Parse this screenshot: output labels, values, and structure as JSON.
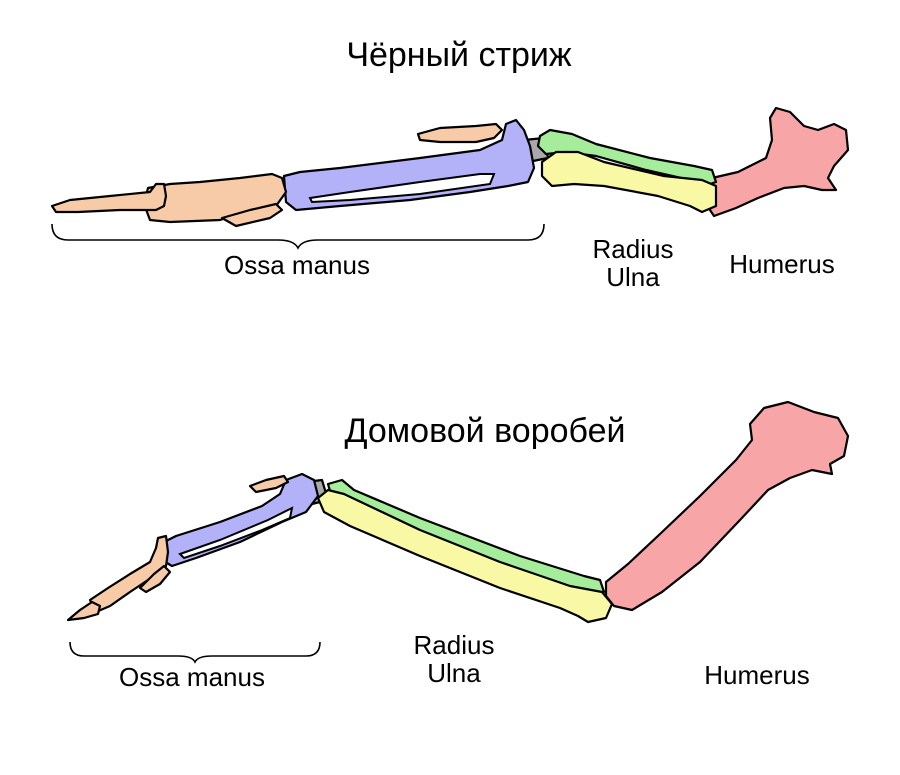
{
  "colors": {
    "humerus": "#f8a5a8",
    "radius": "#a5ec9b",
    "ulna": "#f8f8a5",
    "carpometacarpus": "#b3b2f9",
    "phalanges": "#f7cba7",
    "carpals": "#a9a9a9"
  },
  "swift": {
    "title": "Чёрный стриж",
    "label_manus": "Ossa manus",
    "label_radius": "Radius",
    "label_ulna": "Ulna",
    "label_humerus": "Humerus"
  },
  "sparrow": {
    "title": "Домовой воробей",
    "label_manus": "Ossa manus",
    "label_radius": "Radius",
    "label_ulna": "Ulna",
    "label_humerus": "Humerus"
  }
}
